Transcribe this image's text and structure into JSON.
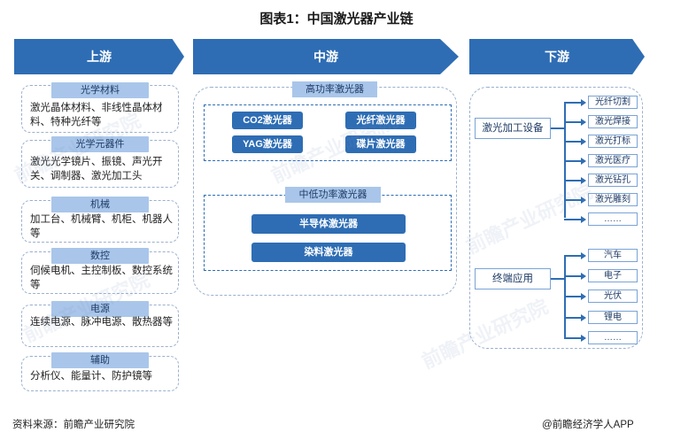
{
  "title": "图表1：中国激光器产业链",
  "headers": {
    "upstream": "上游",
    "midstream": "中游",
    "downstream": "下游"
  },
  "upstream": [
    {
      "label": "光学材料",
      "text": "激光晶体材料、非线性晶体材料、特种光纤等"
    },
    {
      "label": "光学元器件",
      "text": "激光光学镜片、振镜、声光开关、调制器、激光加工头"
    },
    {
      "label": "机械",
      "text": "加工台、机械臂、机柜、机器人等"
    },
    {
      "label": "数控",
      "text": "伺候电机、主控制板、数控系统等"
    },
    {
      "label": "电源",
      "text": "连续电源、脉冲电源、散热器等"
    },
    {
      "label": "辅助",
      "text": "分析仪、能量计、防护镜等"
    }
  ],
  "midstream": {
    "high_power": {
      "label": "高功率激光器",
      "items": [
        "CO2激光器",
        "光纤激光器",
        "YAG激光器",
        "碟片激光器"
      ]
    },
    "low_mid_power": {
      "label": "中低功率激光器",
      "items": [
        "半导体激光器",
        "染料激光器"
      ]
    }
  },
  "downstream": {
    "processing": {
      "label": "激光加工设备",
      "items": [
        "光纤切割",
        "激光焊接",
        "激光打标",
        "激光医疗",
        "激光钻孔",
        "激光雕刻",
        "……"
      ]
    },
    "terminal": {
      "label": "终端应用",
      "items": [
        "汽车",
        "电子",
        "光伏",
        "锂电",
        "……"
      ]
    }
  },
  "footer": {
    "source": "资料来源：前瞻产业研究院",
    "brand": "@前瞻经济学人APP"
  },
  "watermark": "前瞻产业研究院"
}
